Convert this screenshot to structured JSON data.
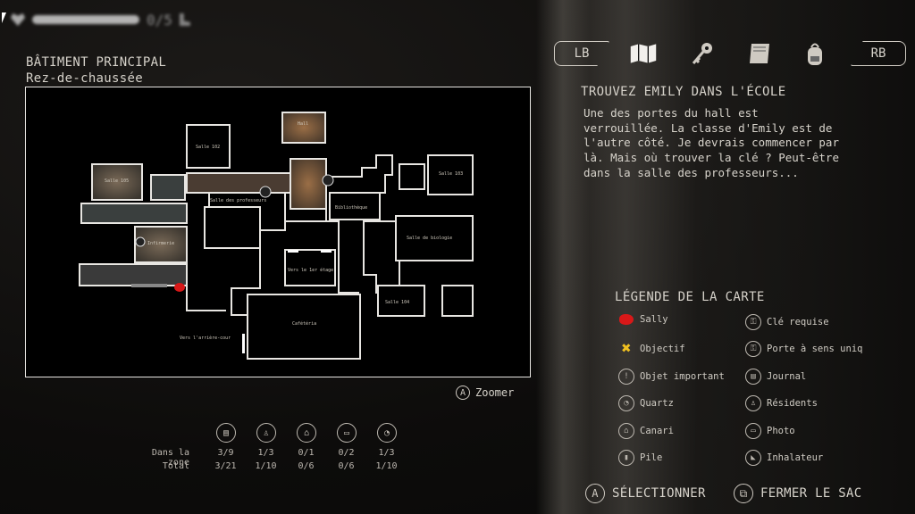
{
  "building": {
    "name": "BÂTIMENT PRINCIPAL",
    "floor": "Rez-de-chaussée"
  },
  "map": {
    "rooms": [
      {
        "name": "salle-105",
        "label": "Salle 105"
      },
      {
        "name": "salle-102",
        "label": "Salle 102"
      },
      {
        "name": "hall",
        "label": "Hall"
      },
      {
        "name": "salle-103",
        "label": "Salle 103"
      },
      {
        "name": "salle-des-professeurs",
        "label": "Salle des professeurs"
      },
      {
        "name": "bibliotheque",
        "label": "Bibliothèque"
      },
      {
        "name": "infirmerie",
        "label": "Infirmerie"
      },
      {
        "name": "salle-de-biologie",
        "label": "Salle de biologie"
      },
      {
        "name": "vers-le-1er-etage",
        "label": "Vers le 1er étage"
      },
      {
        "name": "salle-104",
        "label": "Salle 104"
      },
      {
        "name": "cafeteria",
        "label": "Cafétéria"
      },
      {
        "name": "vers-arriere-cour",
        "label": "Vers l'arrière-cour"
      }
    ]
  },
  "zoom_label": "Zoomer",
  "stats": {
    "row1_label": "Dans la zone",
    "row2_label": "Total",
    "in_zone": [
      "3/9",
      "1/3",
      "0/1",
      "0/2",
      "1/3"
    ],
    "total": [
      "3/21",
      "1/10",
      "0/6",
      "0/6",
      "1/10"
    ]
  },
  "tabs": {
    "lb": "LB",
    "rb": "RB",
    "icons": [
      "map-icon",
      "key-icon",
      "journal-icon",
      "backpack-icon"
    ]
  },
  "objective": {
    "title": "TROUVEZ EMILY DANS L'ÉCOLE",
    "text": "Une des portes du hall est verrouillée. La classe d'Emily est de l'autre côté. Je devrais commencer par là. Mais où trouver la clé ? Peut-être dans la salle des professeurs..."
  },
  "legend": {
    "title": "LÉGENDE DE LA CARTE",
    "items": [
      {
        "label": "Sally",
        "icon": "sally-marker-icon"
      },
      {
        "label": "Clé requise",
        "icon": "key-required-icon"
      },
      {
        "label": "Objectif",
        "icon": "objective-icon"
      },
      {
        "label": "Porte à sens uniq",
        "icon": "one-way-door-icon"
      },
      {
        "label": "Objet important",
        "icon": "important-item-icon"
      },
      {
        "label": "Journal",
        "icon": "journal-icon"
      },
      {
        "label": "Quartz",
        "icon": "quartz-icon"
      },
      {
        "label": "Résidents",
        "icon": "residents-icon"
      },
      {
        "label": "Canari",
        "icon": "canary-icon"
      },
      {
        "label": "Photo",
        "icon": "photo-icon"
      },
      {
        "label": "Pile",
        "icon": "battery-icon"
      },
      {
        "label": "Inhalateur",
        "icon": "inhaler-icon"
      }
    ]
  },
  "footer": {
    "select": "SÉLECTIONNER",
    "close": "FERMER LE SAC"
  },
  "status": {
    "count": "0/5"
  },
  "colors": {
    "sally": "#d81818",
    "objective": "#f0c020",
    "map_bg": "#000000",
    "wall": "#e8e6e2"
  }
}
